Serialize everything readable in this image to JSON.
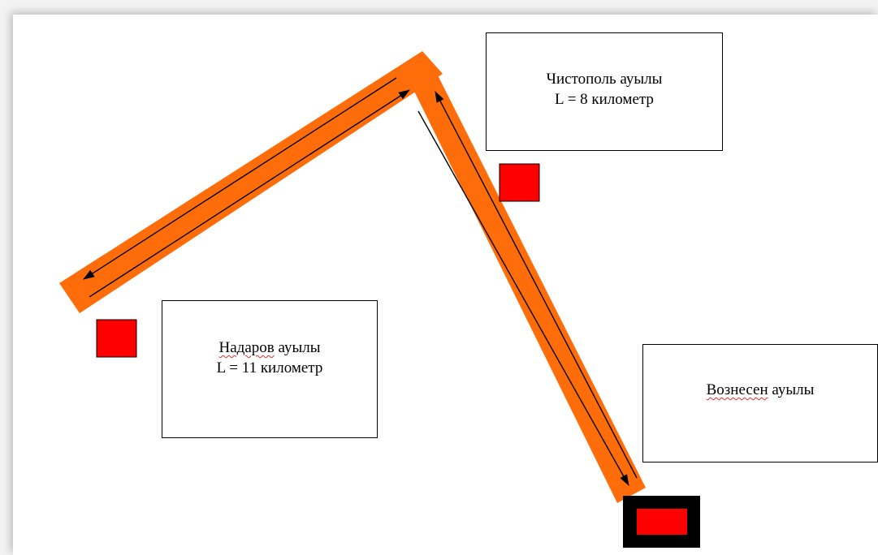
{
  "villages": {
    "chistopol": {
      "name": "Чистополь ауылы",
      "distance": "L = 8 километр"
    },
    "nadarov": {
      "name_underlined": "Надаров",
      "name_rest": " ауылы",
      "distance": "L = 11 километр"
    },
    "voznesen": {
      "name_underlined": "Вознесен",
      "name_rest": " ауылы"
    }
  },
  "colors": {
    "road": "#ff6d0a",
    "marker": "#ff0000",
    "marker_border": "#000000",
    "arrow": "#000000",
    "spellcheck_underline": "#e03030"
  },
  "icons": {
    "village_marker": "red-square",
    "start_point": "black-framed-red-rectangle"
  }
}
